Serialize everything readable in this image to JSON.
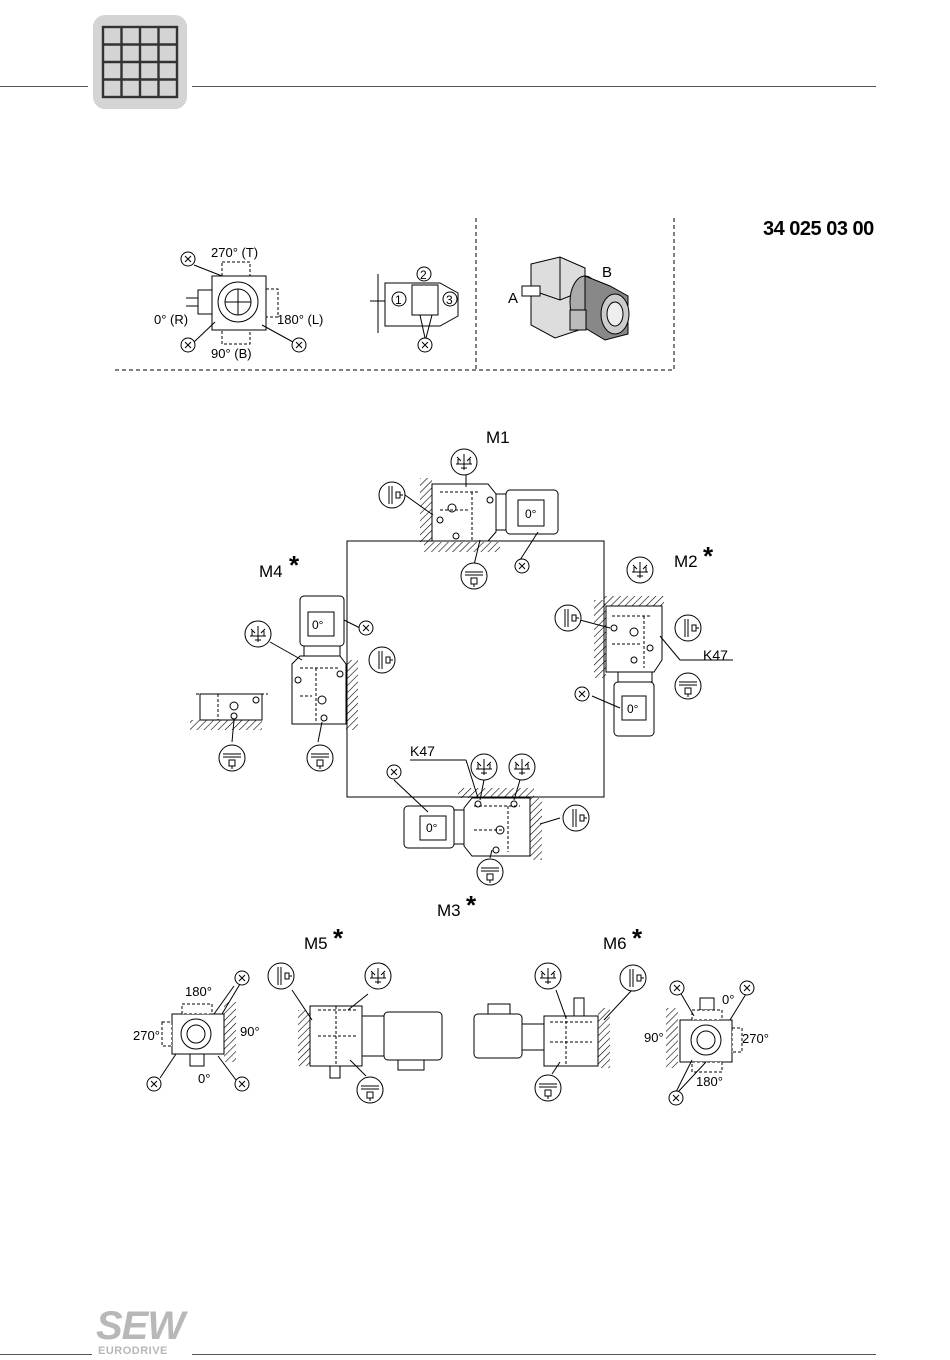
{
  "header": {
    "icon": "grid-icon"
  },
  "part_number": "34 025 03 00",
  "legend": {
    "top_angle": "270° (T)",
    "left_angle": "0° (R)",
    "right_angle": "180° (L)",
    "bottom_angle": "90° (B)",
    "pos1": "1",
    "pos2": "2",
    "pos3": "3",
    "shaft_a": "A",
    "shaft_b": "B",
    "x_mark": "X"
  },
  "positions": {
    "m1": "M1",
    "m2": "M2",
    "m3": "M3",
    "m4": "M4",
    "m5": "M5",
    "m6": "M6",
    "star": "*",
    "k47": "K47",
    "zero": "0°"
  },
  "m5_angles": {
    "top": "180°",
    "left": "270°",
    "right": "90°",
    "bottom": "0°"
  },
  "m6_angles": {
    "top": "0°",
    "left": "90°",
    "right": "270°",
    "bottom": "180°"
  },
  "footer": {
    "brand": "SEW",
    "sub": "EURODRIVE"
  }
}
